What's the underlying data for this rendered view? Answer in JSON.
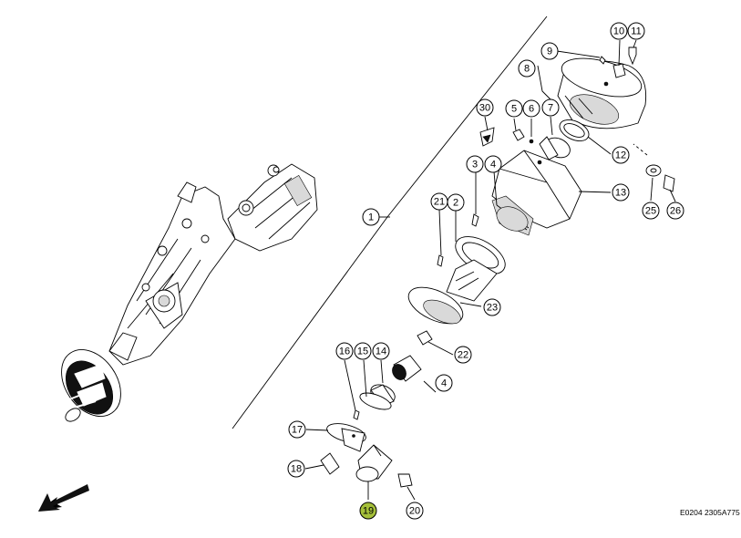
{
  "diagram": {
    "reference_code": "E0204 2305A775",
    "highlight_color": "#a5c03a",
    "callouts": [
      {
        "label": "1"
      },
      {
        "label": "2"
      },
      {
        "label": "3"
      },
      {
        "label": "4"
      },
      {
        "label": "4"
      },
      {
        "label": "5"
      },
      {
        "label": "6"
      },
      {
        "label": "7"
      },
      {
        "label": "8"
      },
      {
        "label": "9"
      },
      {
        "label": "10"
      },
      {
        "label": "11"
      },
      {
        "label": "12"
      },
      {
        "label": "13"
      },
      {
        "label": "14"
      },
      {
        "label": "15"
      },
      {
        "label": "16"
      },
      {
        "label": "17"
      },
      {
        "label": "18"
      },
      {
        "label": "19",
        "highlighted": true
      },
      {
        "label": "20"
      },
      {
        "label": "21"
      },
      {
        "label": "22"
      },
      {
        "label": "23"
      },
      {
        "label": "25"
      },
      {
        "label": "26"
      },
      {
        "label": "30"
      }
    ],
    "icons": {
      "direction_arrow": "arrow-down-left-icon"
    }
  }
}
